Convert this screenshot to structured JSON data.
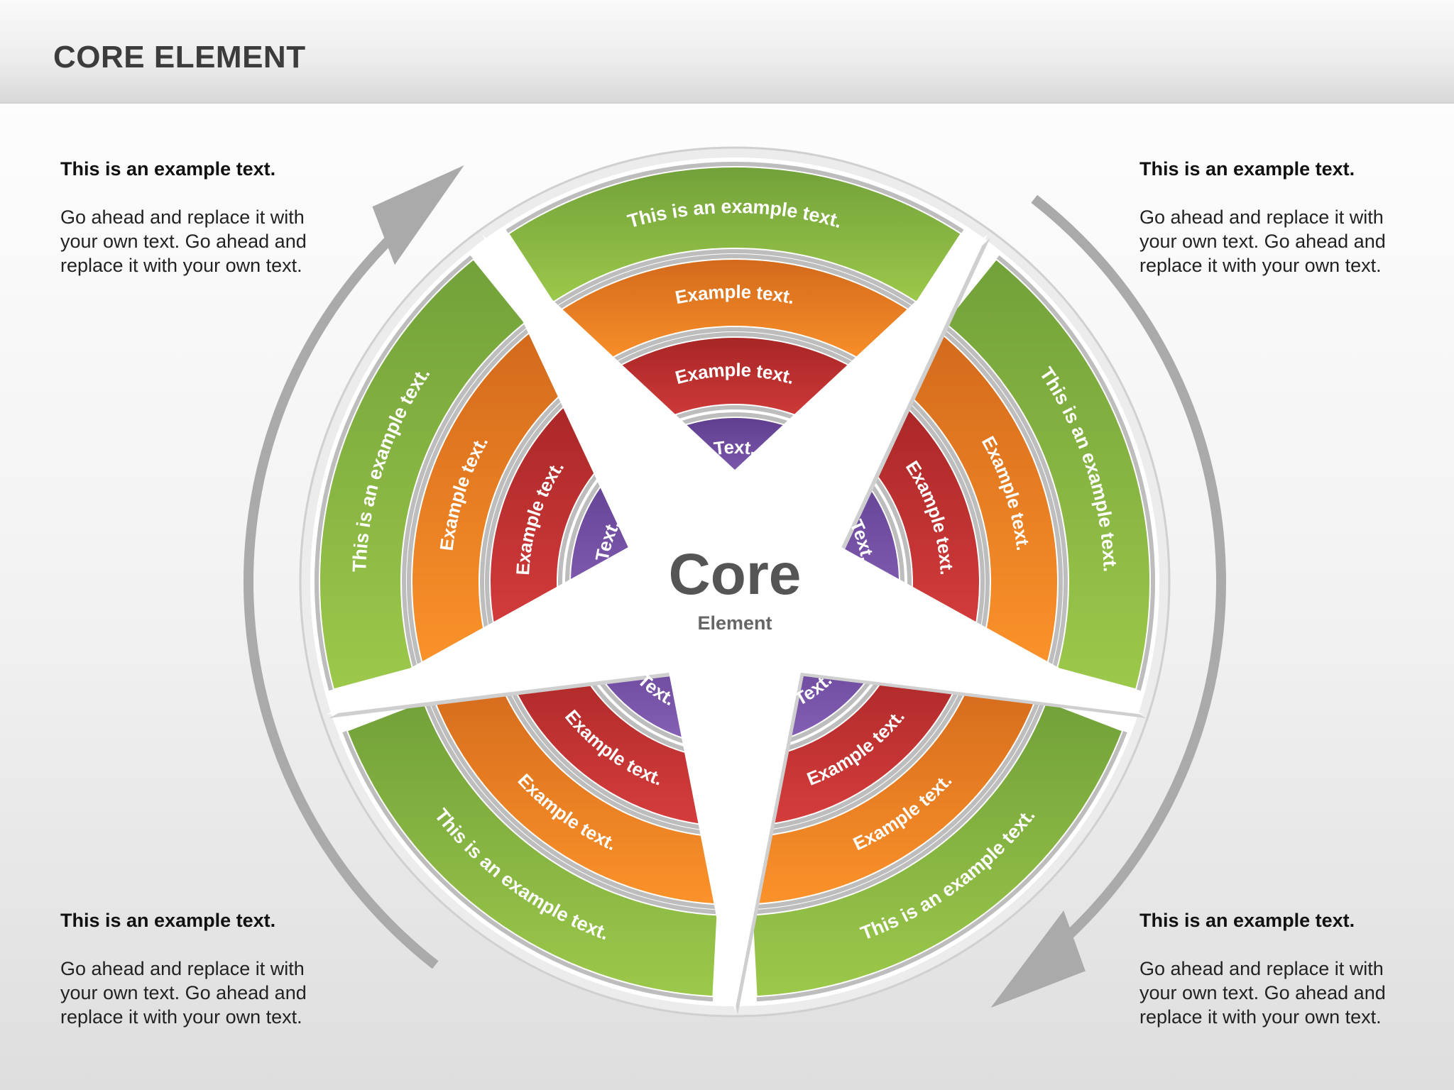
{
  "header": {
    "title": "CORE ELEMENT"
  },
  "notes": [
    {
      "heading": "This is an example text.",
      "lines": [
        "Go ahead and replace it with",
        "your own text. Go ahead and",
        "replace it with your own text."
      ]
    },
    {
      "heading": "This is an example text.",
      "lines": [
        "Go ahead and replace it with",
        "your own text. Go ahead and",
        "replace it with your own text."
      ]
    },
    {
      "heading": "This is an example text.",
      "lines": [
        "Go ahead and replace it with",
        "your own text. Go ahead and",
        "replace it with your own text."
      ]
    },
    {
      "heading": "This is an example text.",
      "lines": [
        "Go ahead and replace it with",
        "your own text. Go ahead and",
        "replace it with your own text."
      ]
    }
  ],
  "core": {
    "title": "Core",
    "subtitle": "Element"
  },
  "rings": [
    {
      "name": "outer",
      "label": "This is an example text.",
      "color_light": "#9cc84a",
      "color_dark": "#72a13a"
    },
    {
      "name": "second",
      "label": "Example text.",
      "color_light": "#fb922a",
      "color_dark": "#d36a1c"
    },
    {
      "name": "third",
      "label": "Example text.",
      "color_light": "#d63d3d",
      "color_dark": "#a82626"
    },
    {
      "name": "inner",
      "label": "Text.",
      "color_light": "#8762b8",
      "color_dark": "#5f3e8f"
    }
  ],
  "colors": {
    "arrow": "#aaaaaa",
    "star": "#ffffff",
    "title": "#3c3c3c",
    "core_title": "#555555"
  }
}
